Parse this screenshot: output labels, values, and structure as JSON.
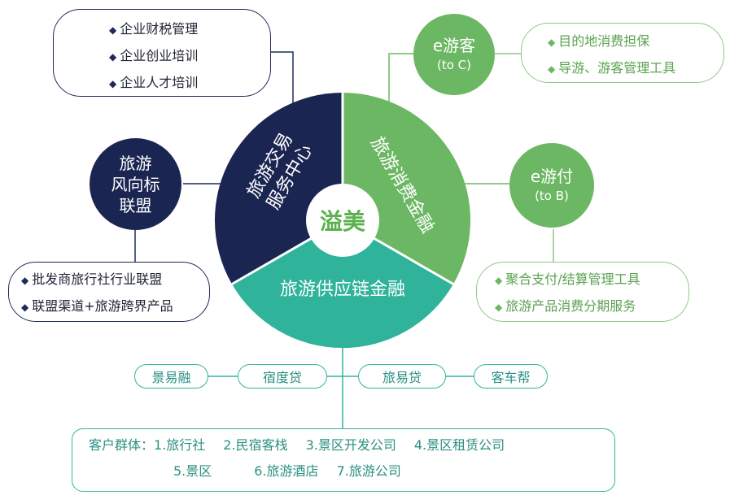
{
  "center": {
    "label": "溢美"
  },
  "segments": {
    "trade_center": [
      "旅游交易",
      "服务中心"
    ],
    "consumer_finance": "旅游消费金融",
    "supply_chain_finance": "旅游供应链金融"
  },
  "top_left_box": {
    "items": [
      "企业财税管理",
      "企业创业培训",
      "企业人才培训"
    ]
  },
  "alliance": {
    "lines": [
      "旅游",
      "风向标",
      "联盟"
    ]
  },
  "alliance_box": {
    "items": [
      "批发商旅行社行业联盟",
      "联盟渠道+旅游跨界产品"
    ]
  },
  "eyouke": {
    "title": "e游客",
    "sub": "(to C)"
  },
  "eyouke_box": {
    "items": [
      "目的地消费担保",
      "导游、游客管理工具"
    ]
  },
  "eyoufu": {
    "title": "e游付",
    "sub": "(to B)"
  },
  "eyoufu_box": {
    "items": [
      "聚合支付/结算管理工具",
      "旅游产品消费分期服务"
    ]
  },
  "products": [
    "景易融",
    "宿度贷",
    "旅易贷",
    "客车帮"
  ],
  "customers": {
    "label": "客户群体：",
    "row1": [
      "1.旅行社",
      "2.民宿客栈",
      "3.景区开发公司",
      "4.景区租赁公司"
    ],
    "row2": [
      "5.景区",
      "6.旅游酒店",
      "7.旅游公司"
    ]
  },
  "colors": {
    "navy": "#1d2a5a",
    "green": "#6cb763",
    "teal": "#2fb39b"
  }
}
